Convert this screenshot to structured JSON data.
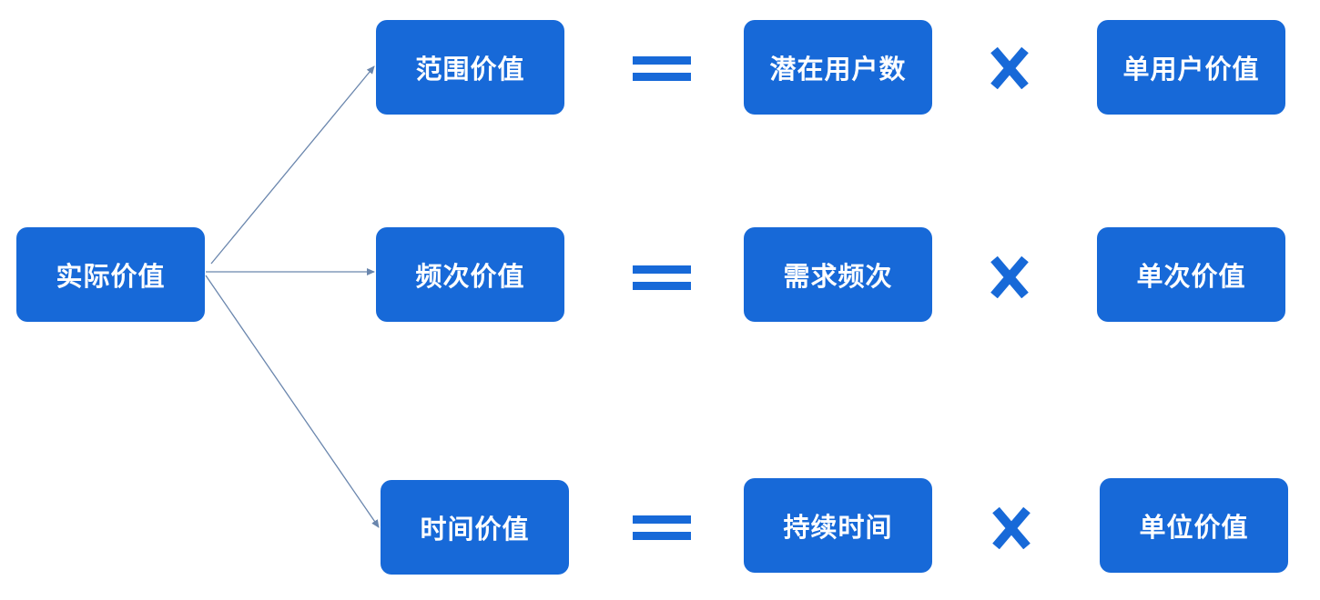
{
  "root": {
    "label": "实际价值"
  },
  "rows": [
    {
      "value": "范围价值",
      "factor_a": "潜在用户数",
      "factor_b": "单用户价值"
    },
    {
      "value": "频次价值",
      "factor_a": "需求频次",
      "factor_b": "单次价值"
    },
    {
      "value": "时间价值",
      "factor_a": "持续时间",
      "factor_b": "单位价值"
    }
  ],
  "operators": {
    "equals": "equals-icon",
    "times": "multiply-icon"
  },
  "colors": {
    "box_fill": "#1769d8",
    "box_text": "#ffffff",
    "arrow": "#6a86ad"
  }
}
